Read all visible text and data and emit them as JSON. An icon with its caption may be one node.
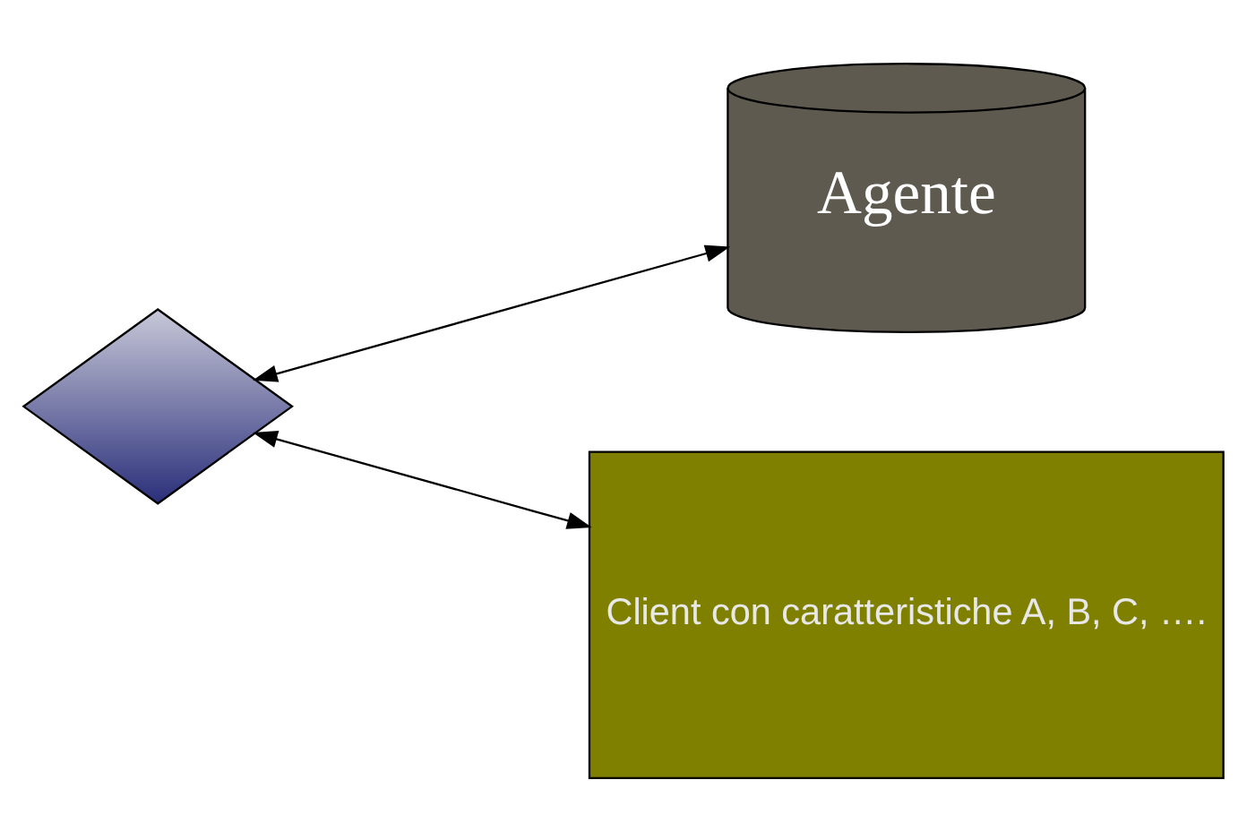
{
  "diagram": {
    "nodes": [
      {
        "text": [
          "Agente"
        ]
      },
      {
        "text": [],
        "shape": "diamond"
      },
      {
        "text": [
          "Client con caratteristiche A, B, C, …."
        ]
      }
    ],
    "edges": [
      {
        "from": 1,
        "to": 0,
        "arrow": "both"
      },
      {
        "from": 1,
        "to": 2,
        "arrow": "both"
      }
    ]
  }
}
